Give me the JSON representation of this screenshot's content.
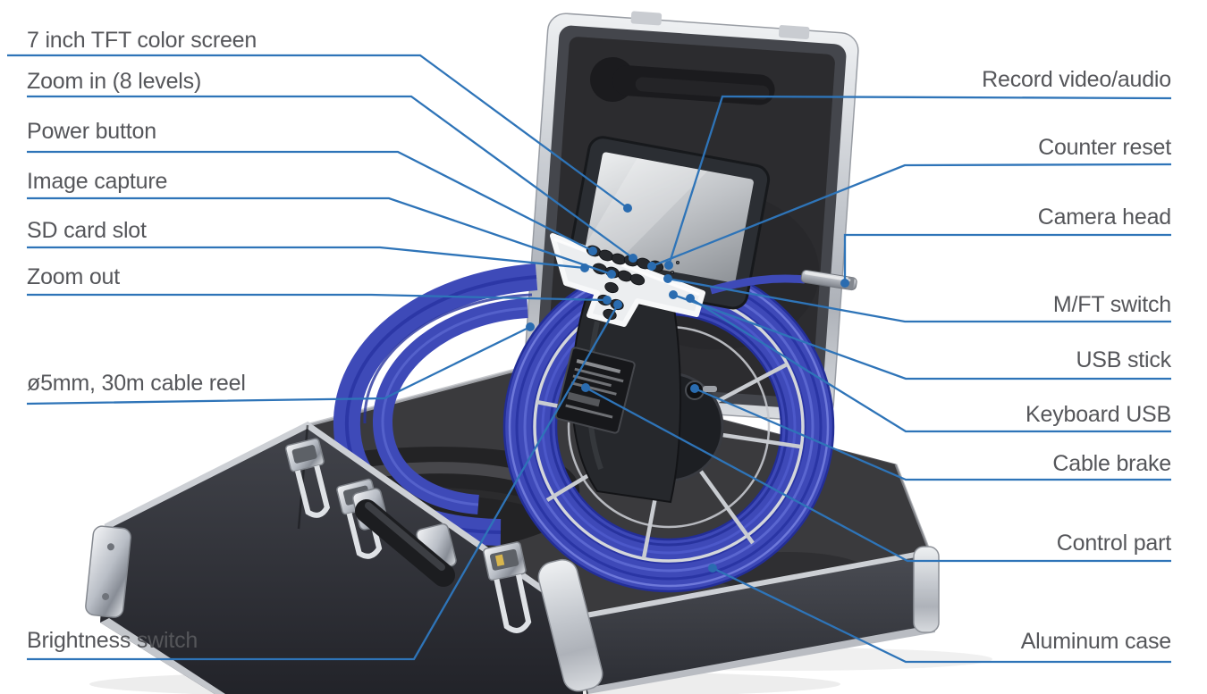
{
  "diagram": {
    "colors": {
      "leader_line": "#2e74b8",
      "endpoint_dot": "#2a6cb0",
      "label_text": "#55565a",
      "cable_blue": "#3e4ab8",
      "case_dark": "#33353a",
      "aluminum": "#c9ccd1",
      "background": "#ffffff"
    },
    "labels_left": [
      {
        "text": "7 inch TFT color screen"
      },
      {
        "text": "Zoom in (8 levels)"
      },
      {
        "text": "Power button"
      },
      {
        "text": "Image capture"
      },
      {
        "text": "SD card slot"
      },
      {
        "text": "Zoom out"
      },
      {
        "text": "ø5mm, 30m cable reel"
      },
      {
        "text": "Brightness switch"
      }
    ],
    "labels_right": [
      {
        "text": "Record video/audio"
      },
      {
        "text": "Counter reset"
      },
      {
        "text": "Camera head"
      },
      {
        "text": "M/FT switch"
      },
      {
        "text": "USB stick"
      },
      {
        "text": "Keyboard USB"
      },
      {
        "text": "Cable brake"
      },
      {
        "text": "Control part"
      },
      {
        "text": "Aluminum case"
      }
    ]
  }
}
